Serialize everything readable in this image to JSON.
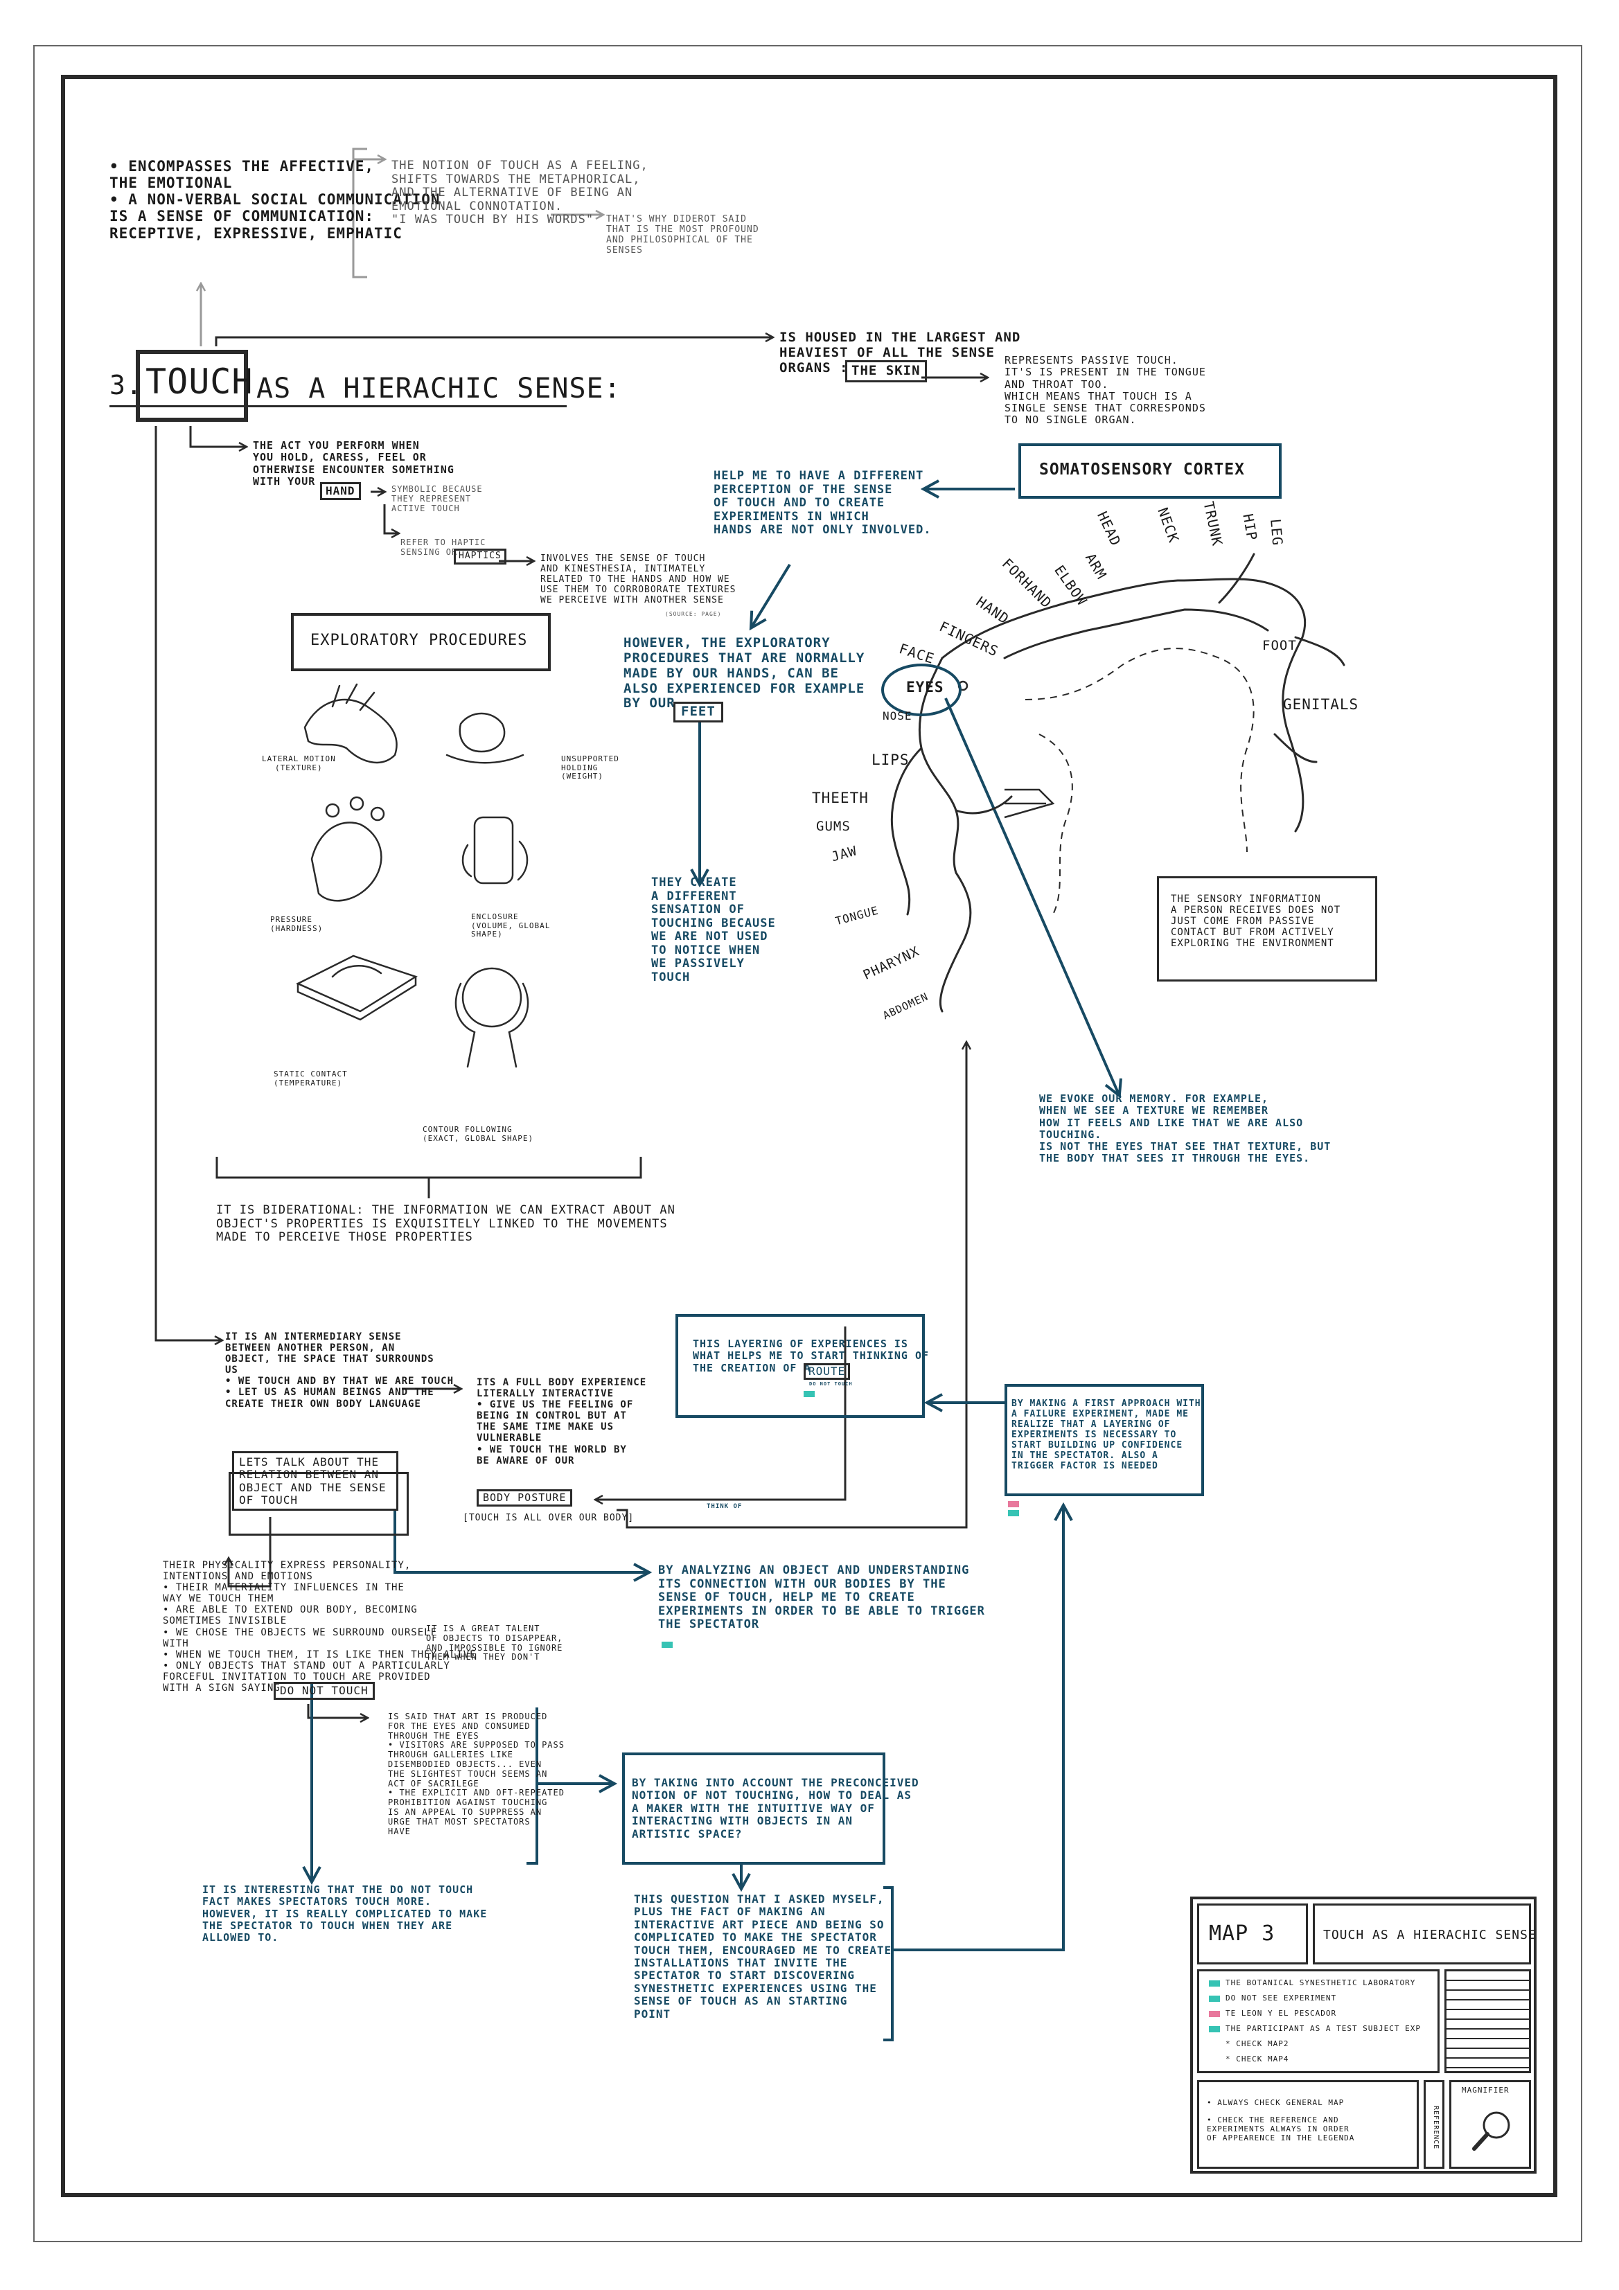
{
  "map": {
    "number": "3.",
    "title_word": "TOUCH",
    "title_rest": "AS A HIERACHIC SENSE:"
  },
  "top": {
    "bullets": "• ENCOMPASSES THE AFFECTIVE,\n  THE EMOTIONAL\n• A NON-VERBAL SOCIAL COMMUNICATION\n  IS A SENSE OF COMMUNICATION:\n  RECEPTIVE, EXPRESSIVE, EMPHATIC",
    "notion": "THE NOTION OF TOUCH AS A FEELING,\nSHIFTS TOWARDS THE METAPHORICAL,\nAND THE ALTERNATIVE OF BEING AN\nEMOTIONAL CONNOTATION.\n\"I WAS TOUCH BY HIS WORDS\"",
    "diderot": "THAT'S WHY DIDEROT SAID\nTHAT IS THE MOST PROFOUND\nAND PHILOSOPHICAL OF THE\nSENSES"
  },
  "skin": {
    "housed": "IS HOUSED IN THE LARGEST AND\nHEAVIEST OF ALL THE SENSE\nORGANS :",
    "skin_label": "THE SKIN",
    "passive": "REPRESENTS PASSIVE TOUCH.\nIT'S IS PRESENT IN THE TONGUE\nAND THROAT TOO.\nWHICH MEANS THAT TOUCH IS A\nSINGLE SENSE THAT CORRESPONDS\nTO NO SINGLE ORGAN."
  },
  "act": {
    "text": "THE ACT YOU PERFORM WHEN\nYOU HOLD, CARESS, FEEL OR\nOTHERWISE ENCOUNTER SOMETHING\nWITH YOUR",
    "hand_label": "HAND",
    "symbolic": "SYMBOLIC BECAUSE\nTHEY REPRESENT\nACTIVE TOUCH",
    "refer": "REFER TO HAPTIC\nSENSING OR",
    "haptics_label": "HAPTICS",
    "kinesthesia": "INVOLVES THE SENSE OF TOUCH\nAND KINESTHESIA, INTIMATELY\nRELATED TO THE HANDS AND HOW WE\nUSE THEM TO CORROBORATE TEXTURES\nWE PERCEIVE WITH ANOTHER SENSE",
    "kinesthesia_small": "(SOURCE: PAGE)"
  },
  "somato": {
    "title": "SOMATOSENSORY CORTEX",
    "help": "HELP ME TO HAVE A DIFFERENT\nPERCEPTION OF THE SENSE\nOF TOUCH AND TO CREATE\nEXPERIMENTS IN WHICH\nHANDS ARE NOT ONLY INVOLVED.",
    "labels": [
      "HEAD",
      "NECK",
      "TRUNK",
      "HIP",
      "LEG",
      "ARM",
      "ELBOW",
      "FORHAND",
      "HAND",
      "FINGERS",
      "FACE",
      "EYES",
      "NOSE",
      "LIPS",
      "THEETH",
      "GUMS",
      "JAW",
      "TONGUE",
      "PHARYNX",
      "ABDOMEN",
      "FOOT",
      "GENITALS"
    ]
  },
  "exploratory": {
    "title": "EXPLORATORY PROCEDURES",
    "however": "HOWEVER, THE EXPLORATORY\nPROCEDURES THAT ARE NORMALLY\nMADE BY OUR HANDS, CAN BE\nALSO EXPERIENCED FOR EXAMPLE\nBY OUR",
    "feet_label": "FEET",
    "they_create": "THEY CREATE\nA DIFFERENT\nSENSATION OF\nTOUCHING BECAUSE\nWE ARE NOT USED\nTO NOTICE WHEN\nWE PASSIVELY\nTOUCH",
    "procedures": [
      "LATERAL MOTION\n(TEXTURE)",
      "UNSUPPORTED\nHOLDING\n(WEIGHT)",
      "PRESSURE\n(HARDNESS)",
      "ENCLOSURE\n(VOLUME, GLOBAL\nSHAPE)",
      "STATIC CONTACT\n(TEMPERATURE)",
      "CONTOUR FOLLOWING\n(EXACT, GLOBAL SHAPE)"
    ],
    "bidirectional": "IT IS BIDERATIONAL: THE INFORMATION WE CAN EXTRACT ABOUT AN\nOBJECT'S PROPERTIES IS EXQUISITELY LINKED TO THE MOVEMENTS\nMADE TO PERCEIVE THOSE PROPERTIES"
  },
  "sensory": {
    "box": "THE SENSORY INFORMATION\nA PERSON RECEIVES DOES NOT\nJUST COME FROM PASSIVE\nCONTACT BUT FROM ACTIVELY\nEXPLORING THE ENVIRONMENT",
    "memory": "WE EVOKE OUR MEMORY. FOR EXAMPLE,\nWHEN WE SEE A TEXTURE WE REMEMBER\nHOW IT FEELS AND LIKE THAT WE ARE ALSO\nTOUCHING.\n  IS NOT THE EYES THAT SEE THAT TEXTURE, BUT\nTHE BODY THAT SEES IT THROUGH THE EYES."
  },
  "intermediary": {
    "bullets": "IT IS AN INTERMEDIARY SENSE\nBETWEEN ANOTHER PERSON, AN\nOBJECT, THE SPACE THAT SURROUNDS\nUS\n• WE TOUCH AND BY THAT WE ARE TOUCH\n• LET US AS HUMAN BEINGS AND THE\n  CREATE THEIR OWN BODY LANGUAGE",
    "full_body": "ITS A FULL BODY EXPERIENCE\nLITERALLY INTERACTIVE\n• GIVE US THE FEELING OF\n  BEING IN CONTROL BUT AT\n  THE SAME TIME MAKE US\n  VULNERABLE\n• WE TOUCH THE WORLD BY\n  BE AWARE OF OUR",
    "body_posture": "BODY POSTURE",
    "all_over": "[TOUCH IS ALL OVER OUR BODY]",
    "think_of": "THINK OF"
  },
  "route": {
    "text": "THIS LAYERING OF EXPERIENCES IS\nWHAT HELPS ME TO START THINKING OF\nTHE CREATION OF A",
    "route_label": "ROUTE",
    "route_small": "DO NOT TOUCH"
  },
  "failure": {
    "text": "BY MAKING A FIRST APPROACH WITH\nA FAILURE EXPERIMENT, MADE ME\nREALIZE THAT A LAYERING OF\nEXPERIMENTS IS NECESSARY TO\nSTART BUILDING UP CONFIDENCE\nIN THE SPECTATOR. ALSO A\nTRIGGER FACTOR IS NEEDED"
  },
  "relation": {
    "box": "LETS TALK ABOUT THE\nRELATION BETWEEN AN\nOBJECT AND THE SENSE\nOF TOUCH",
    "physicality": "THEIR PHYSICALITY EXPRESS PERSONALITY,\nINTENTIONS AND EMOTIONS\n• THEIR MATERIALITY INFLUENCES IN THE\n  WAY WE TOUCH THEM\n• ARE ABLE TO EXTEND OUR BODY, BECOMING\n  SOMETIMES INVISIBLE\n• WE CHOSE THE OBJECTS WE SURROUND OURSELF\n  WITH\n• WHEN WE TOUCH THEM, IT IS LIKE THEN THEY ALIVE\n• ONLY OBJECTS THAT STAND OUT A PARTICULARLY\n  FORCEFUL INVITATION TO TOUCH ARE PROVIDED\n  WITH A SIGN SAYING",
    "do_not_touch": "DO NOT TOUCH",
    "great_talent": "IT IS A GREAT TALENT\nOF OBJECTS TO DISAPPEAR,\nAND IMPOSSIBLE TO IGNORE\nTHEM WHEN THEY DON'T",
    "analyzing": "BY ANALYZING AN OBJECT AND UNDERSTANDING\nITS CONNECTION WITH OUR BODIES BY THE\nSENSE OF TOUCH, HELP ME TO CREATE\nEXPERIMENTS IN ORDER TO BE ABLE TO TRIGGER\nTHE SPECTATOR"
  },
  "art": {
    "said": "IS SAID THAT ART IS PRODUCED\nFOR THE EYES AND CONSUMED\nTHROUGH THE EYES\n• VISITORS ARE SUPPOSED TO PASS\n  THROUGH GALLERIES LIKE\n  DISEMBODIED OBJECTS... EVEN\n  THE SLIGHTEST TOUCH SEEMS AN\n  ACT OF SACRILEGE\n• THE EXPLICIT AND OFT-REPEATED\n  PROHIBITION AGAINST TOUCHING\n  IS AN APPEAL TO SUPPRESS AN\n  URGE THAT MOST SPECTATORS\n  HAVE",
    "preconceived": "BY TAKING INTO ACCOUNT THE PRECONCEIVED\nNOTION OF NOT TOUCHING, HOW TO DEAL AS\nA MAKER WITH THE INTUITIVE WAY OF\nINTERACTING WITH OBJECTS IN AN\nARTISTIC SPACE?",
    "interesting": "IT IS INTERESTING THAT THE DO NOT TOUCH\nFACT MAKES SPECTATORS TOUCH MORE.\nHOWEVER, IT IS REALLY COMPLICATED TO MAKE\nTHE SPECTATOR TO TOUCH WHEN THEY ARE\nALLOWED TO.",
    "question": "THIS QUESTION THAT I ASKED MYSELF,\nPLUS THE FACT OF MAKING AN\nINTERACTIVE ART PIECE AND BEING SO\nCOMPLICATED TO MAKE THE SPECTATOR\nTOUCH THEM, ENCOURAGED ME TO CREATE\nINSTALLATIONS THAT INVITE THE\nSPECTATOR TO START DISCOVERING\nSYNESTHETIC EXPERIENCES USING THE\nSENSE OF TOUCH AS AN STARTING\nPOINT"
  },
  "legend": {
    "map_label": "MAP 3",
    "map_title": "TOUCH AS A HIERACHIC SENSE",
    "items": [
      {
        "text": "THE BOTANICAL SYNESTHETIC LABORATORY",
        "color": "#36c3b4"
      },
      {
        "text": "DO NOT SEE EXPERIMENT",
        "color": "#36c3b4"
      },
      {
        "text": "TE LEON Y EL PESCADOR",
        "color": "#e8789c"
      },
      {
        "text": "THE PARTICIPANT AS A TEST SUBJECT EXP",
        "color": "#36c3b4"
      },
      {
        "text": "* CHECK MAP2",
        "color": ""
      },
      {
        "text": "* CHECK MAP4",
        "color": ""
      }
    ],
    "notes": "• ALWAYS CHECK GENERAL MAP\n\n• CHECK THE REFERENCE AND\n  EXPERIMENTS ALWAYS IN ORDER\n  OF APPEARENCE IN THE LEGENDA",
    "reference_label": "REFERENCE",
    "magnifier_label": "MAGNIFIER"
  },
  "colors": {
    "ink": "#1b1b1b",
    "blue": "#174a63",
    "teal": "#36c3b4",
    "pink": "#e8789c"
  }
}
